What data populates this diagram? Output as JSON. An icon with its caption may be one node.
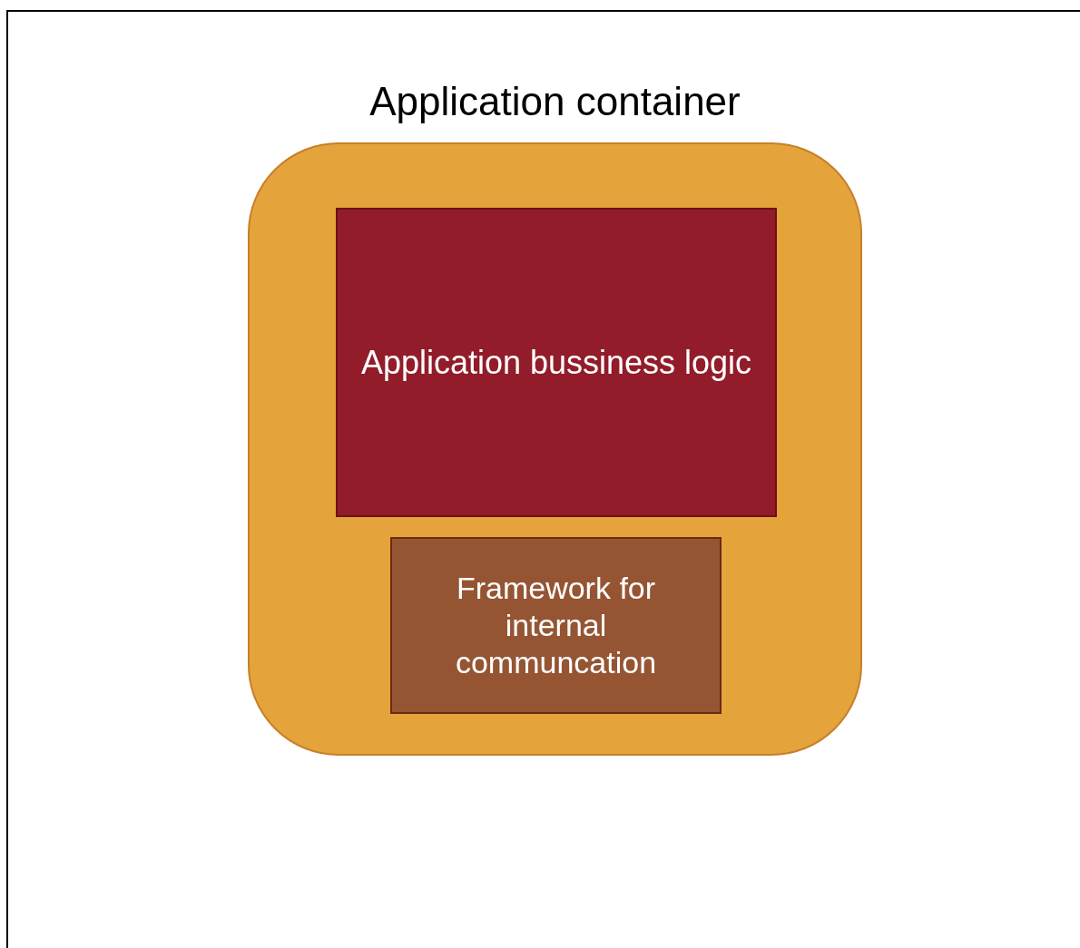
{
  "diagram": {
    "nodes": [
      {
        "text": [
          "Application container"
        ]
      },
      {
        "text": [
          "Application bussiness logic"
        ],
        "in": 0
      },
      {
        "text": [
          "Framework for internal communcation"
        ],
        "in": 0
      }
    ]
  }
}
